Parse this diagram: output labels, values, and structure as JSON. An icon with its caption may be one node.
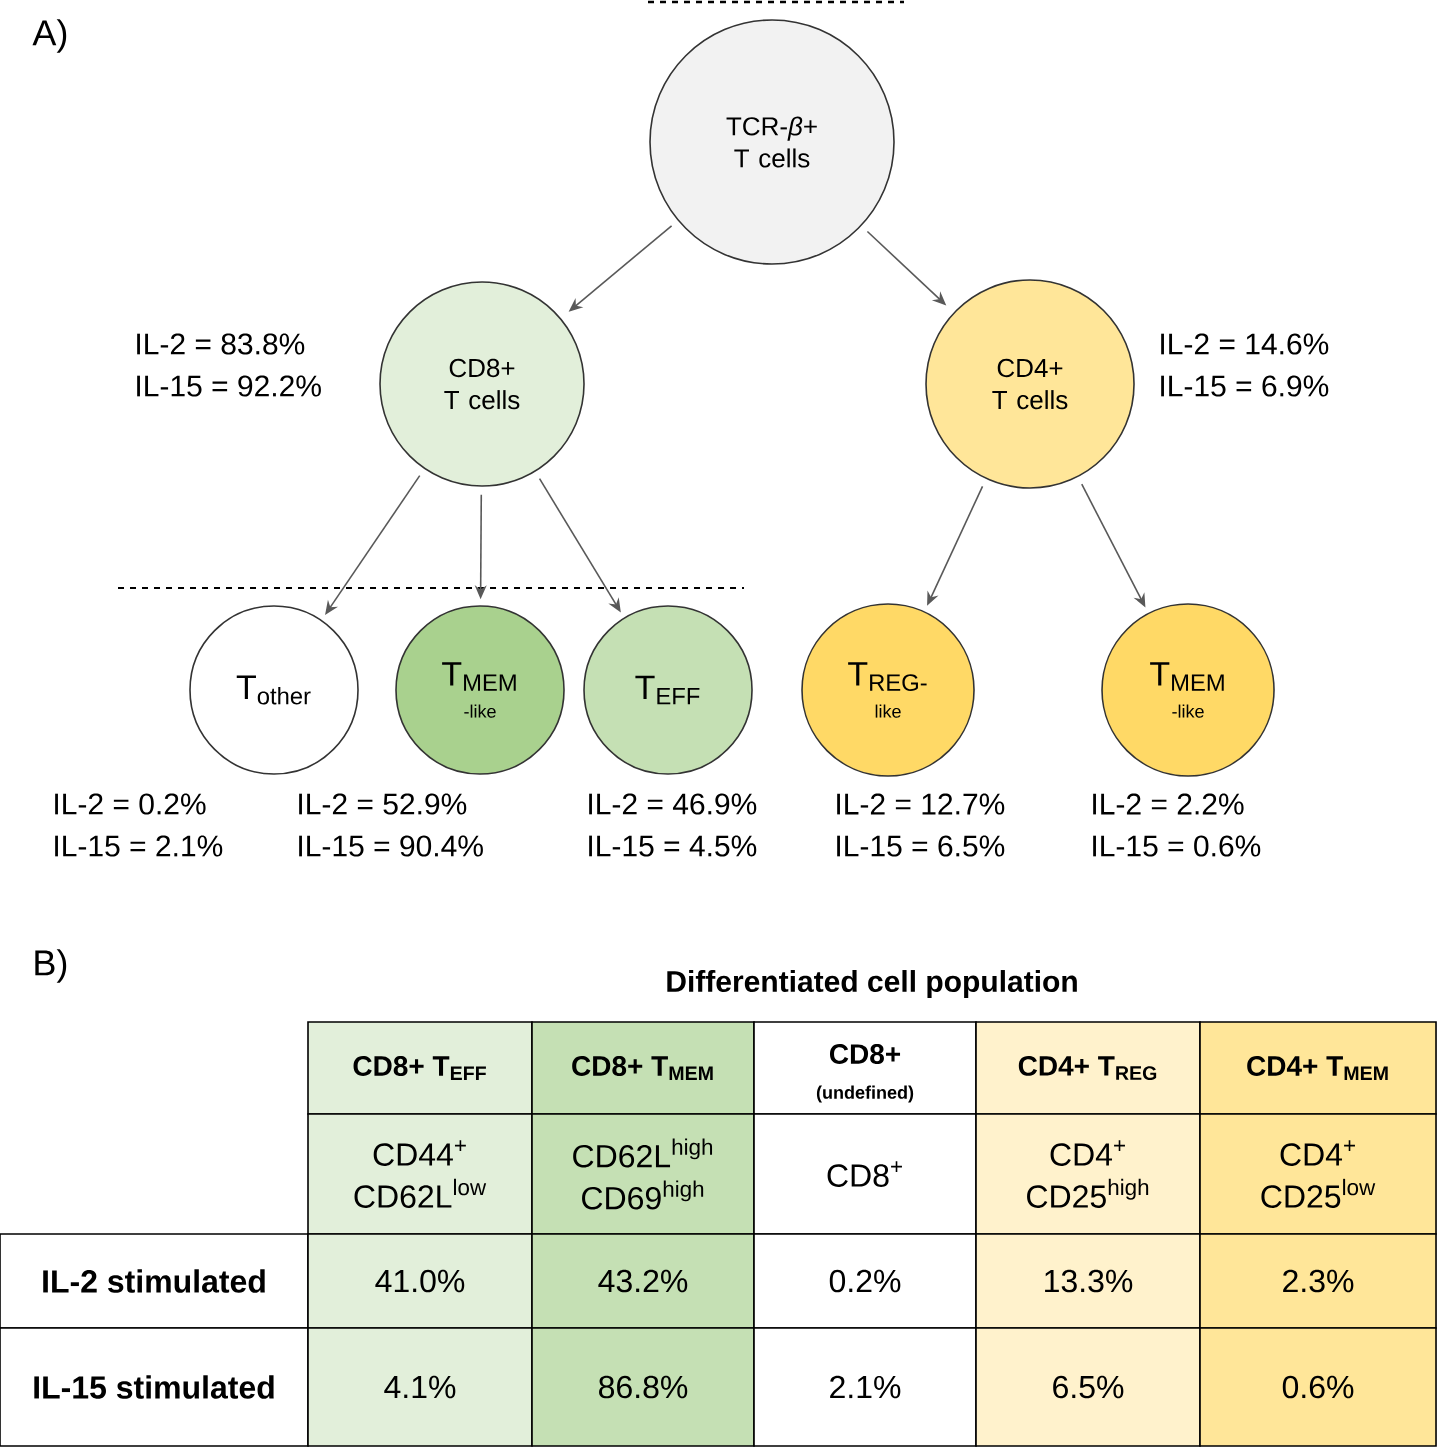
{
  "diagram": {
    "nodes": [
      {
        "text": [
          "TCR-*β*+ T cells"
        ]
      },
      {
        "text": [
          "CD8+ T cells"
        ],
        "beside": [
          "IL-2 =  83.8%",
          "IL-15 = 92.2%"
        ]
      },
      {
        "text": [
          "CD4+ T cells"
        ],
        "beside": [
          "IL-2 =  14.6%",
          "IL-15 = 6.9%"
        ]
      },
      {
        "text": [
          "T$_{other}$"
        ],
        "beside": [
          "IL-2 =  0.2%",
          "IL-15 = 2.1%"
        ]
      },
      {
        "text": [
          "T$_{MEM}$",
          "-like"
        ],
        "beside": [
          "IL-2 =  52.9%",
          "IL-15 = 90.4%"
        ]
      },
      {
        "text": [
          "T$_{EFF}$"
        ],
        "beside": [
          "IL-2 =  46.9%",
          "IL-15 = 4.5%"
        ]
      },
      {
        "text": [
          "T$_{REG-}$",
          "like"
        ],
        "beside": [
          "IL-2 =  12.7%",
          "IL-15 = 6.5%"
        ]
      },
      {
        "text": [
          "T$_{MEM}$",
          "-like"
        ],
        "beside": [
          "IL-2 =  2.2%",
          "IL-15 = 0.6%"
        ]
      }
    ],
    "edges": [
      {
        "from": 0,
        "to": 1,
        "arrow": "to"
      },
      {
        "from": 0,
        "to": 2,
        "arrow": "to"
      },
      {
        "from": 1,
        "to": 3,
        "arrow": "to"
      },
      {
        "from": 1,
        "to": 4,
        "arrow": "to"
      },
      {
        "from": 1,
        "to": 5,
        "arrow": "to"
      },
      {
        "from": 2,
        "to": 6,
        "arrow": "to"
      },
      {
        "from": 2,
        "to": 7,
        "arrow": "to"
      }
    ],
    "labels": [
      "A)",
      "B)",
      "Differentiated cell population",
      "CD8+ T$_{EFF}$",
      "CD8+ T$_{MEM}$",
      "CD8+",
      "(undefined)",
      "CD4+ T$_{REG}$",
      "CD4+ T$_{MEM}$",
      "CD44$^{+}$ CD62L$^{low}$",
      "CD62L$^{high}$ CD69$^{high}$",
      "CD8$^{+}$",
      "CD4$^{+}$ CD25$^{high}$",
      "CD4$^{+}$ CD25$^{low}$",
      "IL-2 stimulated",
      "41.0%",
      "43.2%",
      "0.2%",
      "13.3%",
      "2.3%",
      "IL-15 stimulated",
      "4.1%",
      "86.8%",
      "2.1%",
      "6.5%",
      "0.6%"
    ]
  }
}
